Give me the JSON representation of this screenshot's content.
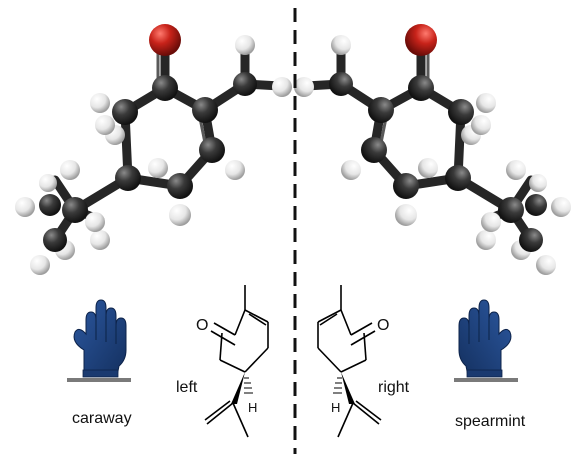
{
  "figure": {
    "left_panel": {
      "label_name": "caraway",
      "label_handedness": "left",
      "hydrogen_symbol": "H",
      "oxygen_symbol": "O",
      "hand_icon": "left-glove-icon"
    },
    "right_panel": {
      "label_name": "spearmint",
      "label_handedness": "right",
      "hydrogen_symbol": "H",
      "oxygen_symbol": "O",
      "hand_icon": "right-glove-icon"
    },
    "colors": {
      "carbon": "#2f2f2f",
      "oxygen": "#c0201a",
      "hydrogen": "#f2f2f2",
      "glove": "#1d3f7a",
      "mirror_line": "#111111"
    }
  }
}
